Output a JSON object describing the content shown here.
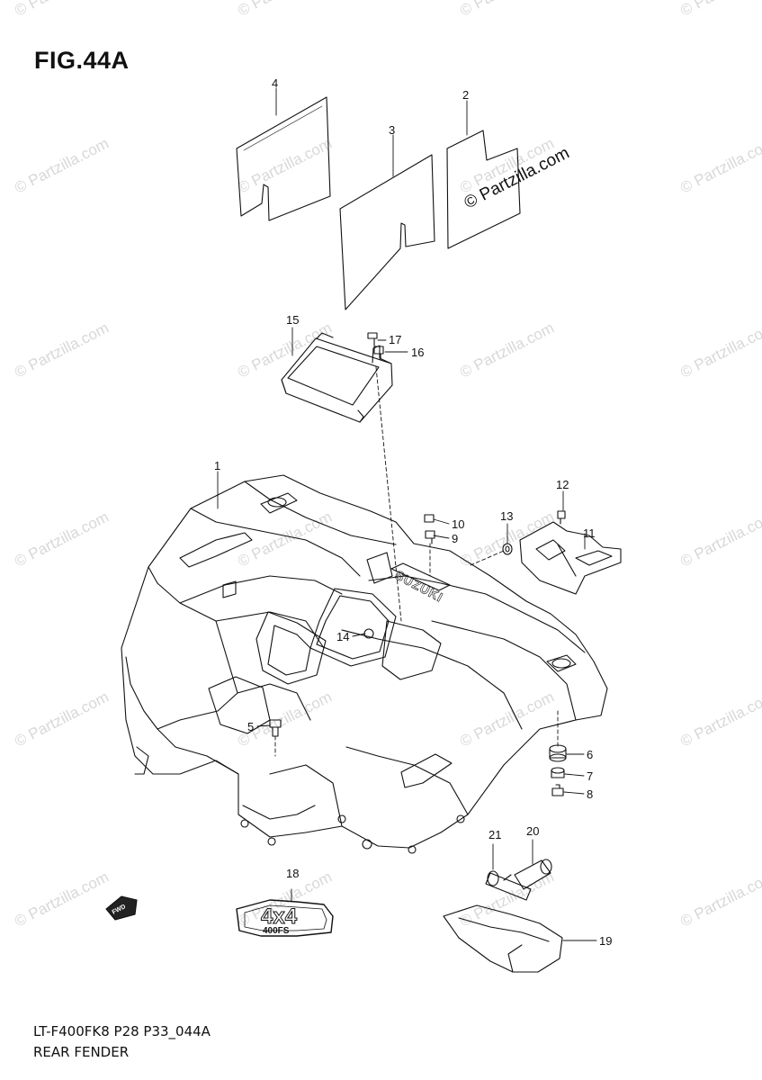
{
  "figure_title": "FIG.44A",
  "footer": {
    "model_code": "LT-F400FK8 P28 P33_044A",
    "section_name": "REAR FENDER"
  },
  "copyright_mark": "© Partzilla.com",
  "watermark_text": "© Partzilla.com",
  "decal_text": "4x4",
  "decal_subtext": "400FS",
  "fwd_label": "FWD",
  "brand_embossing": "SUZUKI",
  "part_labels": [
    {
      "id": "1",
      "text": "1"
    },
    {
      "id": "2",
      "text": "2"
    },
    {
      "id": "3",
      "text": "3"
    },
    {
      "id": "4",
      "text": "4"
    },
    {
      "id": "5",
      "text": "5"
    },
    {
      "id": "6",
      "text": "6"
    },
    {
      "id": "7",
      "text": "7"
    },
    {
      "id": "8",
      "text": "8"
    },
    {
      "id": "9",
      "text": "9"
    },
    {
      "id": "10",
      "text": "10"
    },
    {
      "id": "11",
      "text": "11"
    },
    {
      "id": "12",
      "text": "12"
    },
    {
      "id": "13",
      "text": "13"
    },
    {
      "id": "14",
      "text": "14"
    },
    {
      "id": "15",
      "text": "15"
    },
    {
      "id": "16",
      "text": "16"
    },
    {
      "id": "17",
      "text": "17"
    },
    {
      "id": "18",
      "text": "18"
    },
    {
      "id": "19",
      "text": "19"
    },
    {
      "id": "20",
      "text": "20"
    },
    {
      "id": "21",
      "text": "21"
    }
  ],
  "colors": {
    "line": "#111111",
    "watermark": "#d8d8d8",
    "background": "#ffffff"
  }
}
